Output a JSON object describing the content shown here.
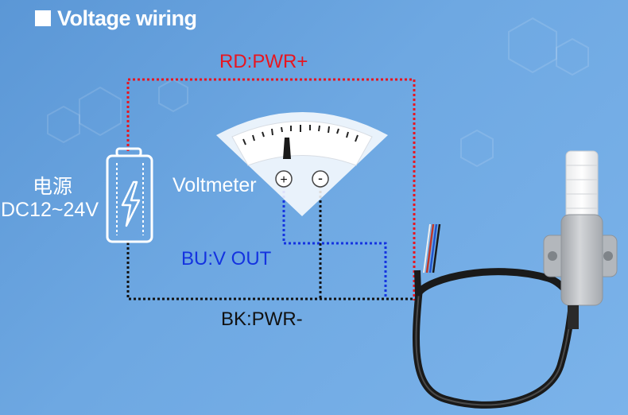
{
  "title": "Voltage wiring",
  "wires": {
    "red": "RD:PWR+",
    "blue": "BU:V OUT",
    "black": "BK:PWR-"
  },
  "voltmeter": {
    "label": "Voltmeter",
    "plus": "+",
    "minus": "-"
  },
  "power": {
    "name": "电源",
    "range": "DC12~24V"
  },
  "colors": {
    "red_wire": "#e8151f",
    "blue_wire": "#1433e0",
    "black_wire": "#111111",
    "background": "#6ea8e2",
    "sensor_body": "#b9bcc0",
    "cable": "#1a1a1a"
  },
  "icons": [
    "title-square-icon",
    "battery-icon",
    "lightning-icon",
    "voltmeter-icon",
    "sensor-icon",
    "cable-icon"
  ]
}
